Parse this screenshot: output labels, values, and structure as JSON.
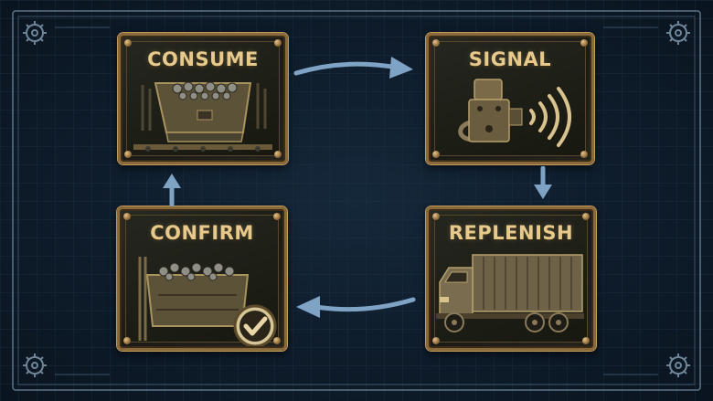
{
  "diagram": {
    "steps": [
      {
        "id": "consume",
        "label": "CONSUME",
        "icon": "hopper-bin-icon"
      },
      {
        "id": "signal",
        "label": "SIGNAL",
        "icon": "sensor-signal-icon"
      },
      {
        "id": "replenish",
        "label": "REPLENISH",
        "icon": "truck-icon"
      },
      {
        "id": "confirm",
        "label": "CONFIRM",
        "icon": "checkmark-bin-icon"
      }
    ],
    "flow": [
      "consume",
      "signal",
      "replenish",
      "confirm",
      "consume"
    ]
  },
  "colors": {
    "background": "#0e1c2b",
    "grid": "#1c3246",
    "frame": "#8a6a3a",
    "title": "#e8c98c",
    "arrow": "#7fa3c4"
  }
}
